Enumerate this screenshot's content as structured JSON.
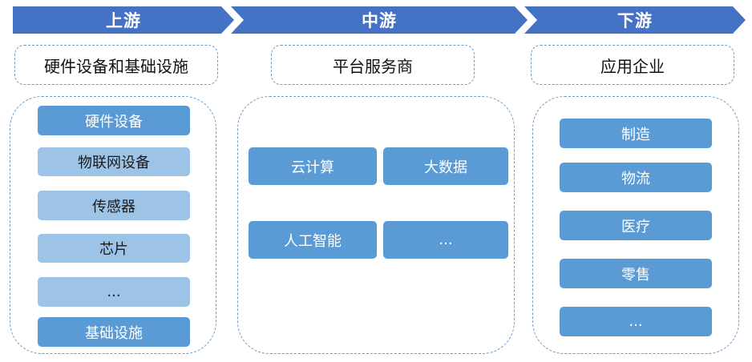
{
  "stages": {
    "upstream": "上游",
    "midstream": "中游",
    "downstream": "下游"
  },
  "headers": {
    "upstream": "硬件设备和基础设施",
    "midstream": "平台服务商",
    "downstream": "应用企业"
  },
  "upstream_items": [
    "硬件设备",
    "物联网设备",
    "传感器",
    "芯片",
    "...",
    "基础设施"
  ],
  "midstream_items": [
    "云计算",
    "大数据",
    "人工智能",
    "..."
  ],
  "downstream_items": [
    "制造",
    "物流",
    "医疗",
    "零售",
    "..."
  ],
  "colors": {
    "arrow": "#4472c4",
    "item_dark": "#5b9bd5",
    "item_light": "#9dc3e6",
    "dashed_border": "#6a9ccf"
  }
}
